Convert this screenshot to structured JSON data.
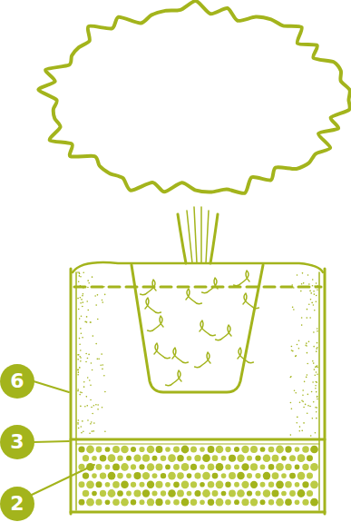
{
  "diagram": {
    "labels": [
      "6",
      "3",
      "2"
    ]
  }
}
